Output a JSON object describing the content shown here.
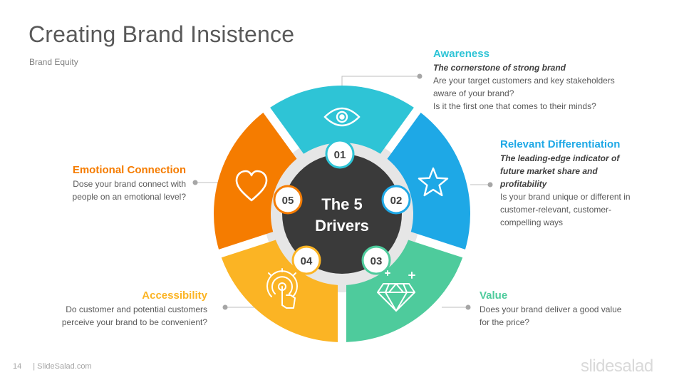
{
  "title": "Creating Brand Insistence",
  "subtitle": "Brand Equity",
  "center": {
    "line1": "The 5",
    "line2": "Drivers"
  },
  "drivers": [
    {
      "number": "01",
      "icon": "eye-icon",
      "color": "#2ec4d6",
      "heading": "Awareness",
      "tagline": "The cornerstone of strong brand",
      "body": [
        "Are your target customers and key stakeholders",
        "aware of your brand?",
        "Is it the first one that comes to their minds?"
      ]
    },
    {
      "number": "02",
      "icon": "star-icon",
      "color": "#1ea8e6",
      "heading": "Relevant Differentiation",
      "tagline_lines": [
        "The leading-edge indicator of",
        "future market share and",
        "profitability"
      ],
      "body": [
        "Is your brand unique or different in",
        "customer-relevant, customer-",
        "compelling ways"
      ]
    },
    {
      "number": "03",
      "icon": "diamond-icon",
      "color": "#4ecb9c",
      "heading": "Value",
      "body": [
        "Does your brand deliver a good value",
        "for the price?"
      ]
    },
    {
      "number": "04",
      "icon": "touch-icon",
      "color": "#fbb424",
      "heading": "Accessibility",
      "body": [
        "Do customer and potential customers",
        "perceive your brand to be convenient?"
      ]
    },
    {
      "number": "05",
      "icon": "heart-icon",
      "color": "#f57c00",
      "heading": "Emotional Connection",
      "body": [
        "Dose your brand connect with",
        "people on an emotional level?"
      ]
    }
  ],
  "footer": {
    "page": "14",
    "site": "| SlideSalad.com"
  },
  "brand": "slidesalad"
}
